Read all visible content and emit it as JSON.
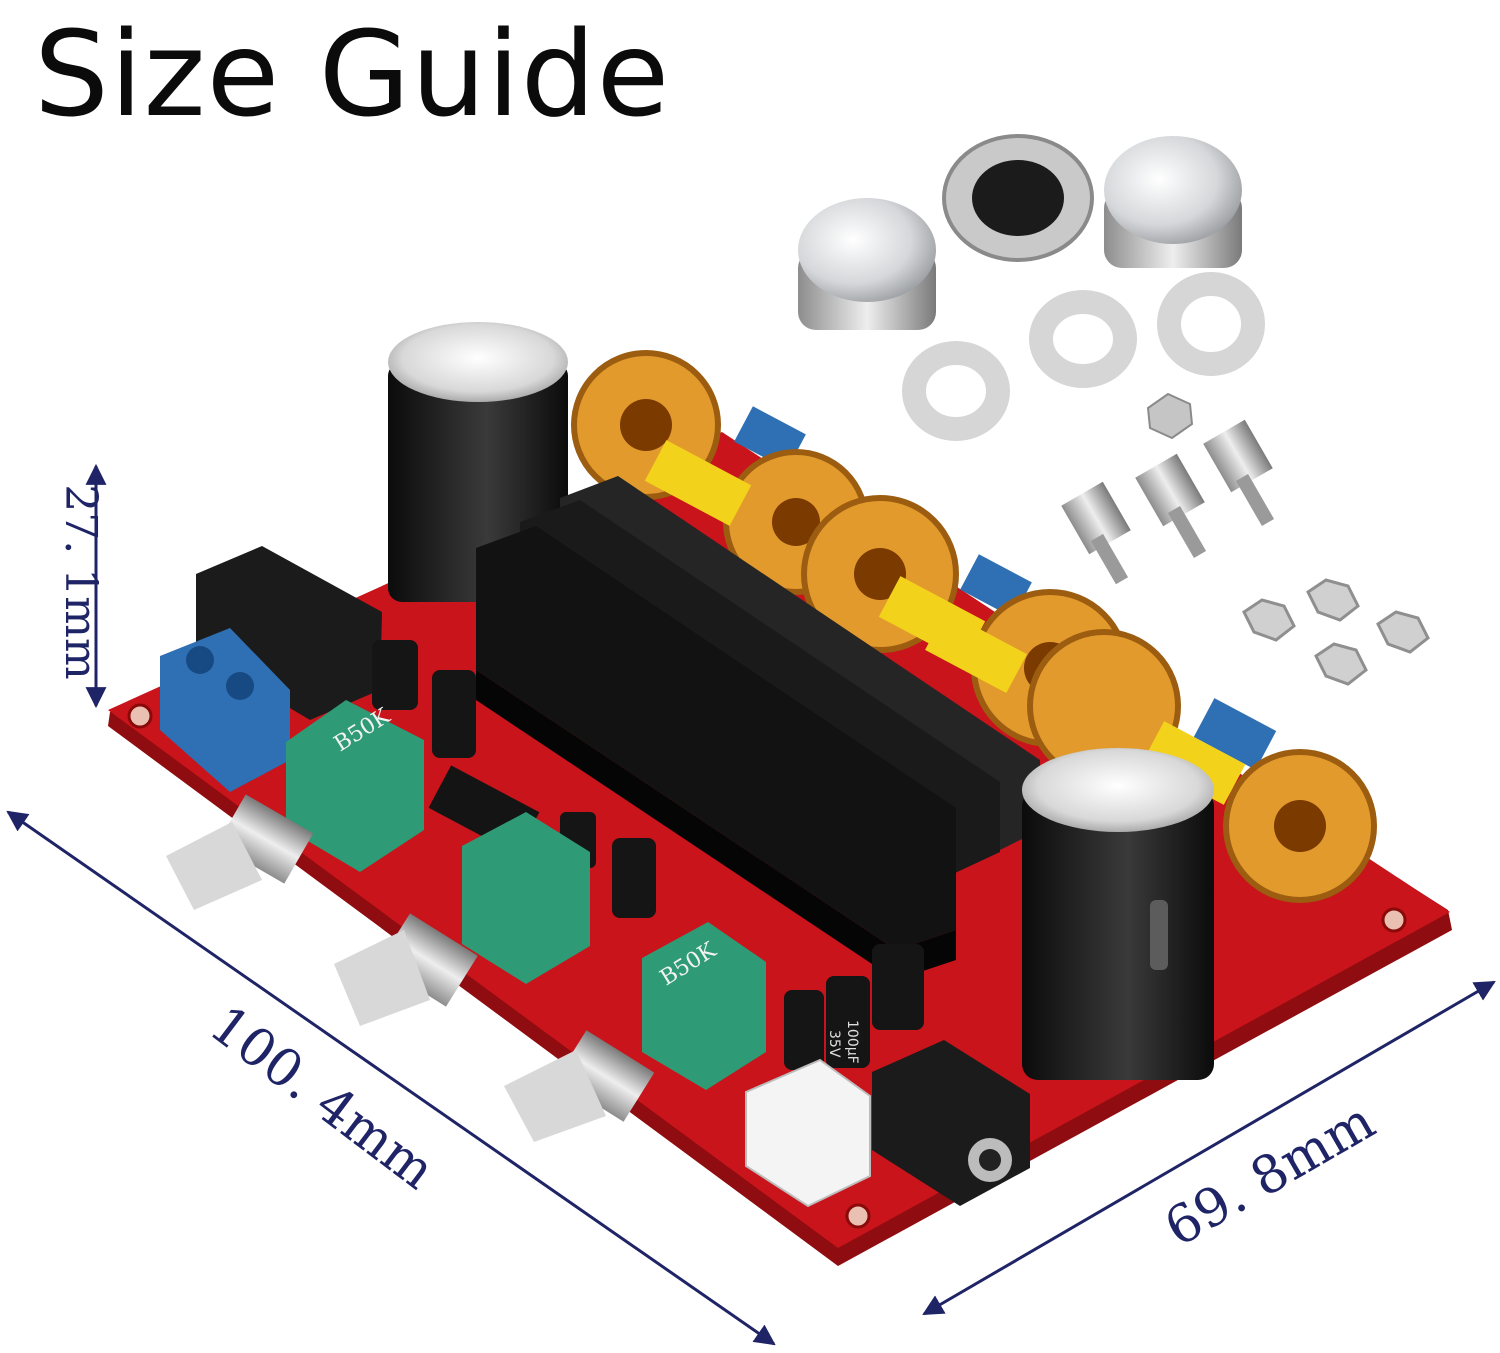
{
  "title": "Size Guide",
  "dimensions": {
    "height": "27. 1mm",
    "length": "100. 4mm",
    "width": "69. 8mm"
  },
  "component_labels": {
    "potentiometer": "B50K",
    "cap_small_1": "100μF",
    "cap_small_2": "35V"
  },
  "colors": {
    "pcb": "#c8141a",
    "heatsink": "#1a1a1a",
    "inductor": "#e39a2c",
    "pot_body": "#2e9b76",
    "terminal": "#2f6fb3",
    "dimension": "#1f2466"
  }
}
